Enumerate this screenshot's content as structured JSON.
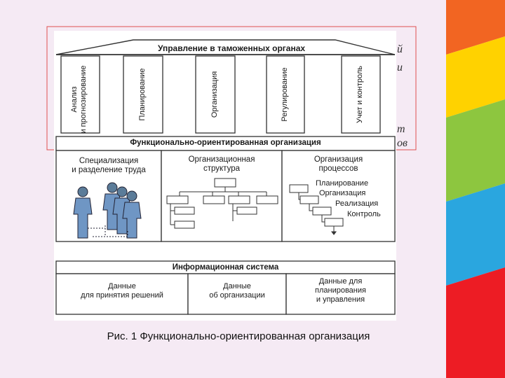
{
  "diagram": {
    "roof_title": "Управление в таможенных органах",
    "pillars": [
      "Анализ\nи прогнозирование",
      "Планирование",
      "Организация",
      "Регулирование",
      "Учет и контроль"
    ],
    "middle_title": "Функционально-ориентированная организация",
    "columns": {
      "specialization": "Специализация\nи разделение труда",
      "structure": "Организационная\nструктура",
      "processes": "Организация\nпроцессов"
    },
    "process_steps": [
      "Планирование",
      "Организация",
      "Реализация",
      "Контроль"
    ],
    "info_title": "Информационная система",
    "info_cells": [
      "Данные\nдля принятия решений",
      "Данные\nоб организации",
      "Данные для\nпланирования\nи управления"
    ]
  },
  "background_fragments": [
    "й",
    "и",
    "т",
    "ов"
  ],
  "caption": "Рис. 1 Функционально-ориентированная организация",
  "colors": {
    "background": "#f5eaf4",
    "stripe_orange": "#f26522",
    "stripe_yellow": "#ffd200",
    "stripe_green": "#8dc63f",
    "stripe_blue": "#2aa6df",
    "stripe_red": "#ed1c24",
    "frame_red": "#e05050"
  }
}
